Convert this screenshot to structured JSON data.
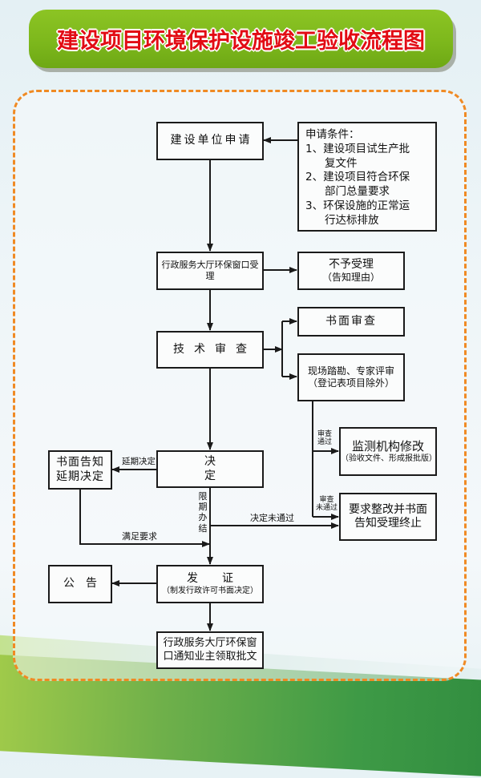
{
  "title": "建设项目环境保护设施竣工验收流程图",
  "colors": {
    "banner_green": "#7db81c",
    "title_red": "#e20b14",
    "frame_dash_orange": "#f08a24",
    "line_black": "#1a1a1a"
  },
  "nodes": {
    "apply": "建设单位申请",
    "conditions": {
      "heading": "申请条件：",
      "items": [
        {
          "num": "1、",
          "line1": "建设项目试生产批",
          "line2": "复文件"
        },
        {
          "num": "2、",
          "line1": "建设项目符合环保",
          "line2": "部门总量要求"
        },
        {
          "num": "3、",
          "line1": "环保设施的正常运",
          "line2": "行达标排放"
        }
      ]
    },
    "window_accept": "行政服务大厅环保窗口受理",
    "reject": {
      "line1": "不予受理",
      "line2": "（告知理由）"
    },
    "tech_review": "技术审查",
    "written_review": "书面审查",
    "site_review": {
      "line1": "现场踏勘、专家评审",
      "line2": "（登记表项目除外）"
    },
    "monitor_revise": {
      "line1": "监测机构修改",
      "line2": "（验收文件、形成报批版）"
    },
    "rectify": {
      "line1": "要求整改并书面",
      "line2": "告知受理终止"
    },
    "decision": "决定",
    "delay_notice": {
      "line1": "书面告知",
      "line2": "延期决定"
    },
    "issue": {
      "line1": "发证",
      "line2": "（制发行政许可书面决定）"
    },
    "announce": "公告",
    "final": {
      "line1": "行政服务大厅环保窗",
      "line2": "口通知业主领取批文"
    }
  },
  "edge_labels": {
    "review_pass": {
      "line1": "审查",
      "line2": "通过"
    },
    "review_fail": {
      "line1": "审查",
      "line2": "未通过"
    },
    "delay_decision": "延期决定",
    "time_limit": "限期办结",
    "decision_fail": "决定未通过",
    "meets_requirements": "满足要求"
  }
}
